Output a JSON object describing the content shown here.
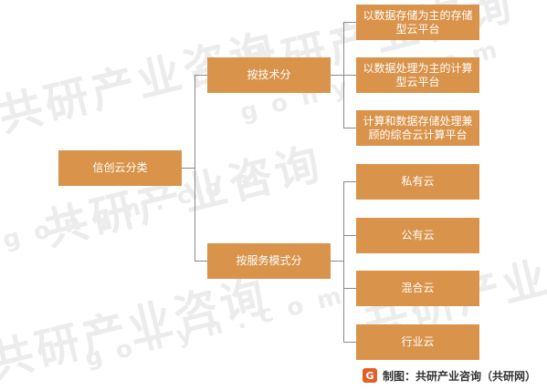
{
  "root": {
    "label": "信创云分类"
  },
  "branches": [
    {
      "label": "按技术分",
      "children": [
        "以数据存储为主的存储型云平台",
        "以数据处理为主的计算型云平台",
        "计算和数据存储处理兼顾的综合云计算平台"
      ]
    },
    {
      "label": "按服务模式分",
      "children": [
        "私有云",
        "公有云",
        "混合云",
        "行业云"
      ]
    }
  ],
  "watermark": {
    "cn": "共研产业咨询",
    "en": "gonyn.com"
  },
  "footer": {
    "logo": "G",
    "text": "制图：共研产业咨询（共研网）"
  },
  "colors": {
    "box": "#d9934a",
    "line": "#8a8a8a"
  }
}
